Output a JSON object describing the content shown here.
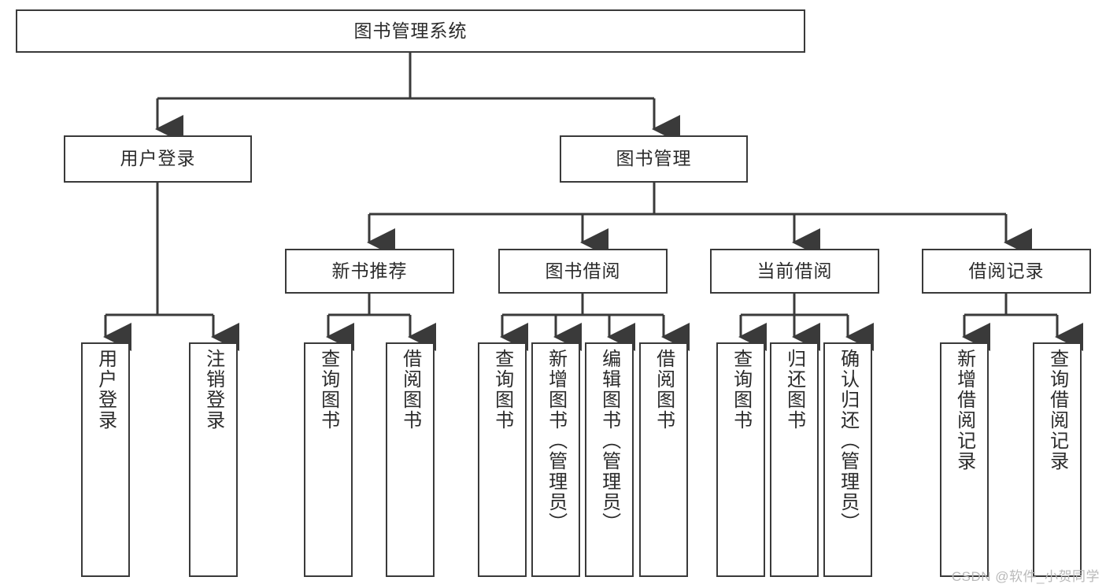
{
  "diagram": {
    "title": "图书管理系统",
    "type": "tree-hierarchy-chart",
    "watermark": "CSDN @软件_小贺同学",
    "colors": {
      "background": "#ffffff",
      "box_border": "#3a3a3a",
      "box_fill": "#ffffff",
      "text": "#2b2b2b",
      "connector": "#3a3a3a",
      "watermark": "#b9b9b9"
    },
    "root": {
      "label": "图书管理系统"
    },
    "level2": [
      {
        "label": "用户登录"
      },
      {
        "label": "图书管理"
      }
    ],
    "level3": [
      {
        "label": "新书推荐"
      },
      {
        "label": "图书借阅"
      },
      {
        "label": "当前借阅"
      },
      {
        "label": "借阅记录"
      }
    ],
    "leaves": {
      "user_login": [
        {
          "label": "用户登录"
        },
        {
          "label": "注销登录"
        }
      ],
      "new_book_recommend": [
        {
          "label": "查询图书"
        },
        {
          "label": "借阅图书"
        }
      ],
      "book_borrow": [
        {
          "label": "查询图书"
        },
        {
          "label": "新增图书（管理员）"
        },
        {
          "label": "编辑图书（管理员）"
        },
        {
          "label": "借阅图书"
        }
      ],
      "current_borrow": [
        {
          "label": "查询图书"
        },
        {
          "label": "归还图书"
        },
        {
          "label": "确认归还（管理员）"
        }
      ],
      "borrow_record": [
        {
          "label": "新增借阅记录"
        },
        {
          "label": "查询借阅记录"
        }
      ]
    }
  }
}
